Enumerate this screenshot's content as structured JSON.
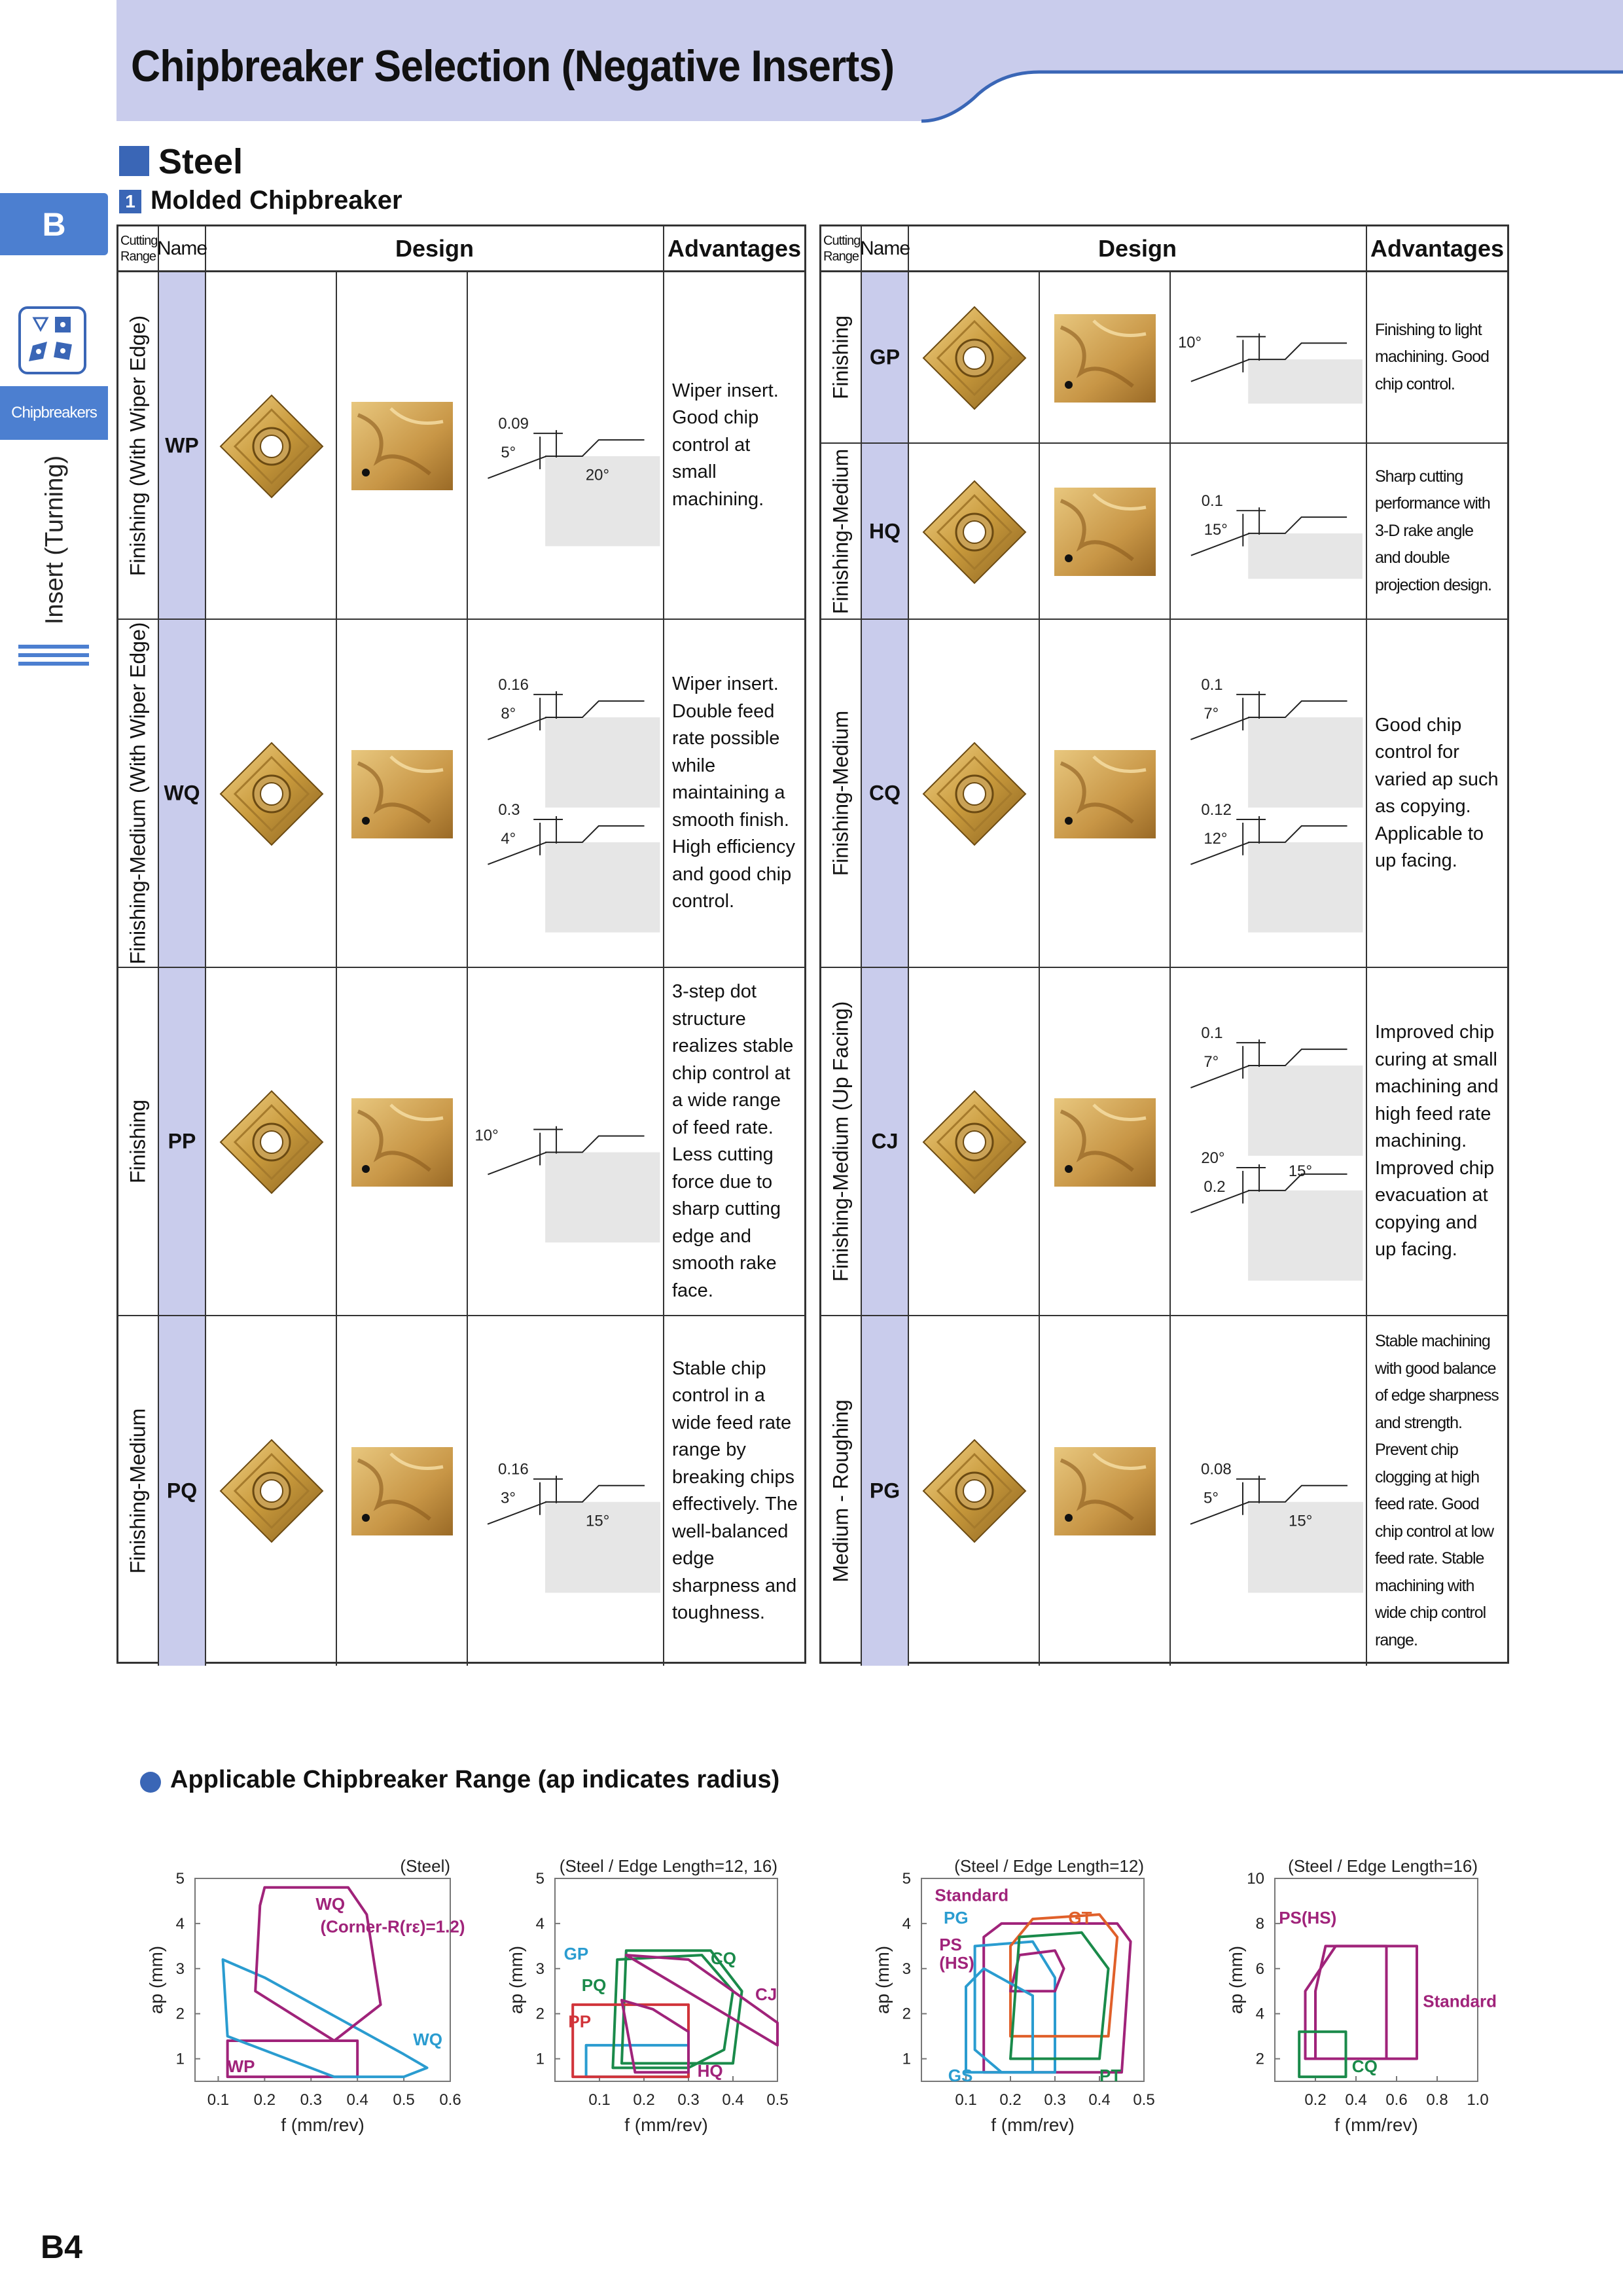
{
  "header": {
    "title": "Chipbreaker Selection (Negative Inserts)"
  },
  "side": {
    "tab": "B",
    "chip": "Chipbreakers",
    "vertical": "Insert (Turning)",
    "icon": "insert-shapes-icon"
  },
  "section": {
    "title": "Steel",
    "sub_num": "1",
    "sub_title": "Molded Chipbreaker"
  },
  "table_headers": {
    "range": [
      "Cutting",
      "Range"
    ],
    "name": "Name",
    "design": "Design",
    "advantages": "Advantages"
  },
  "left_rows": [
    {
      "range": "Finishing (With Wiper Edge)",
      "name": "WP",
      "advantages": "Wiper insert. Good chip control at small machining.",
      "profile": [
        "0.09",
        "5°",
        "20°"
      ]
    },
    {
      "range": "Finishing-Medium (With Wiper Edge)",
      "name": "WQ",
      "advantages": "Wiper insert. Double feed rate possible while maintaining a smooth finish. High efficiency and good chip control.",
      "profile": [
        "0.16",
        "8°",
        "0.3",
        "4°"
      ]
    },
    {
      "range": "Finishing",
      "name": "PP",
      "advantages": "3-step dot structure realizes stable chip control at a wide range of feed rate. Less cutting force due to sharp cutting edge and smooth rake face.",
      "profile": [
        "10°"
      ]
    },
    {
      "range": "Finishing-Medium",
      "name": "PQ",
      "advantages": "Stable chip control in a wide feed rate range by breaking chips effectively. The well-balanced edge sharpness and toughness.",
      "profile": [
        "0.16",
        "3°",
        "15°"
      ]
    }
  ],
  "right_rows": [
    {
      "range": "Finishing",
      "name": "GP",
      "advantages": "Finishing to light machining. Good chip control.",
      "profile": [
        "10°"
      ]
    },
    {
      "range": "Finishing-Medium",
      "name": "HQ",
      "advantages": "Sharp cutting performance with 3-D  rake angle and double projection design.",
      "profile": [
        "0.1",
        "15°"
      ]
    },
    {
      "range": "Finishing-Medium",
      "name": "CQ",
      "advantages": "Good chip control for varied ap such as copying. Applicable to up facing.",
      "profile": [
        "0.1",
        "7°",
        "0.12",
        "12°"
      ]
    },
    {
      "range": "Finishing-Medium (Up Facing)",
      "name": "CJ",
      "advantages": "Improved chip curing at small machining and high feed rate machining. Improved chip evacuation at copying and up facing.",
      "profile": [
        "0.1",
        "7°",
        "20°",
        "0.2",
        "15°"
      ]
    },
    {
      "range": "Medium - Roughing",
      "name": "PG",
      "advantages": "Stable machining with good balance of edge sharpness and strength. Prevent chip clogging at high feed rate. Good chip control at low feed rate. Stable machining with wide chip control range.",
      "profile": [
        "0.08",
        "5°",
        "15°"
      ]
    }
  ],
  "charts_title": "Applicable Chipbreaker Range (ap indicates radius)",
  "chart_data": [
    {
      "type": "area",
      "title": "(Steel)",
      "xlabel": "f (mm/rev)",
      "ylabel": "ap (mm)",
      "xticks": [
        "0.1",
        "0.2",
        "0.3",
        "0.4",
        "0.5",
        "0.6"
      ],
      "yticks": [
        "1",
        "2",
        "3",
        "4",
        "5"
      ],
      "xlim": [
        0.05,
        0.6
      ],
      "ylim": [
        0.5,
        5
      ],
      "series": [
        {
          "name": "WP",
          "color": "#a0237a"
        },
        {
          "name": "WQ",
          "color": "#2a9cd0"
        },
        {
          "name": "WQ (Corner-R(rε)=1.2)",
          "color": "#a0237a"
        }
      ],
      "labels": [
        {
          "text": "WQ",
          "color": "#a0237a"
        },
        {
          "text": "(Corner-R(rε)=1.2)",
          "color": "#a0237a"
        },
        {
          "text": "WQ",
          "color": "#2a9cd0"
        },
        {
          "text": "WP",
          "color": "#a0237a"
        }
      ]
    },
    {
      "type": "area",
      "title": "(Steel / Edge Length=12, 16)",
      "xlabel": "f (mm/rev)",
      "ylabel": "ap (mm)",
      "xticks": [
        "0.1",
        "0.2",
        "0.3",
        "0.4",
        "0.5"
      ],
      "yticks": [
        "1",
        "2",
        "3",
        "4",
        "5"
      ],
      "xlim": [
        0,
        0.5
      ],
      "ylim": [
        0.5,
        5
      ],
      "series": [
        {
          "name": "GP",
          "color": "#2a9cd0"
        },
        {
          "name": "PQ",
          "color": "#1a8a4a"
        },
        {
          "name": "CQ",
          "color": "#1a8a4a"
        },
        {
          "name": "CJ",
          "color": "#a0237a"
        },
        {
          "name": "PP",
          "color": "#d1343a"
        },
        {
          "name": "HQ",
          "color": "#a0237a"
        }
      ],
      "labels": [
        {
          "text": "GP",
          "color": "#2a9cd0"
        },
        {
          "text": "PQ",
          "color": "#1a8a4a"
        },
        {
          "text": "CQ",
          "color": "#1a8a4a"
        },
        {
          "text": "CJ",
          "color": "#a0237a"
        },
        {
          "text": "PP",
          "color": "#d1343a"
        },
        {
          "text": "HQ",
          "color": "#a0237a"
        }
      ]
    },
    {
      "type": "area",
      "title": "(Steel / Edge Length=12)",
      "xlabel": "f (mm/rev)",
      "ylabel": "ap (mm)",
      "xticks": [
        "0.1",
        "0.2",
        "0.3",
        "0.4",
        "0.5"
      ],
      "yticks": [
        "1",
        "2",
        "3",
        "4",
        "5"
      ],
      "xlim": [
        0,
        0.5
      ],
      "ylim": [
        0.5,
        5
      ],
      "series": [
        {
          "name": "Standard",
          "color": "#a0237a"
        },
        {
          "name": "PG",
          "color": "#2a9cd0"
        },
        {
          "name": "GT",
          "color": "#e0602a"
        },
        {
          "name": "PS (HS)",
          "color": "#a0237a"
        },
        {
          "name": "GS",
          "color": "#2a9cd0"
        },
        {
          "name": "PT",
          "color": "#1a8a4a"
        }
      ],
      "labels": [
        {
          "text": "Standard",
          "color": "#a0237a"
        },
        {
          "text": "PG",
          "color": "#2a9cd0"
        },
        {
          "text": "GT",
          "color": "#e0602a"
        },
        {
          "text": "PS",
          "color": "#a0237a"
        },
        {
          "text": "(HS)",
          "color": "#a0237a"
        },
        {
          "text": "GS",
          "color": "#2a9cd0"
        },
        {
          "text": "PT",
          "color": "#1a8a4a"
        }
      ]
    },
    {
      "type": "area",
      "title": "(Steel / Edge Length=16)",
      "xlabel": "f (mm/rev)",
      "ylabel": "ap (mm)",
      "xticks": [
        "0.2",
        "0.4",
        "0.6",
        "0.8",
        "1.0"
      ],
      "yticks": [
        "2",
        "4",
        "6",
        "8",
        "10"
      ],
      "xlim": [
        0,
        1
      ],
      "ylim": [
        1,
        10
      ],
      "series": [
        {
          "name": "PS(HS)",
          "color": "#a0237a"
        },
        {
          "name": "Standard",
          "color": "#a0237a"
        },
        {
          "name": "CQ",
          "color": "#1a8a4a"
        }
      ],
      "labels": [
        {
          "text": "PS(HS)",
          "color": "#a0237a"
        },
        {
          "text": "Standard",
          "color": "#a0237a"
        },
        {
          "text": "CQ",
          "color": "#1a8a4a"
        }
      ]
    }
  ],
  "page_number": "B4"
}
